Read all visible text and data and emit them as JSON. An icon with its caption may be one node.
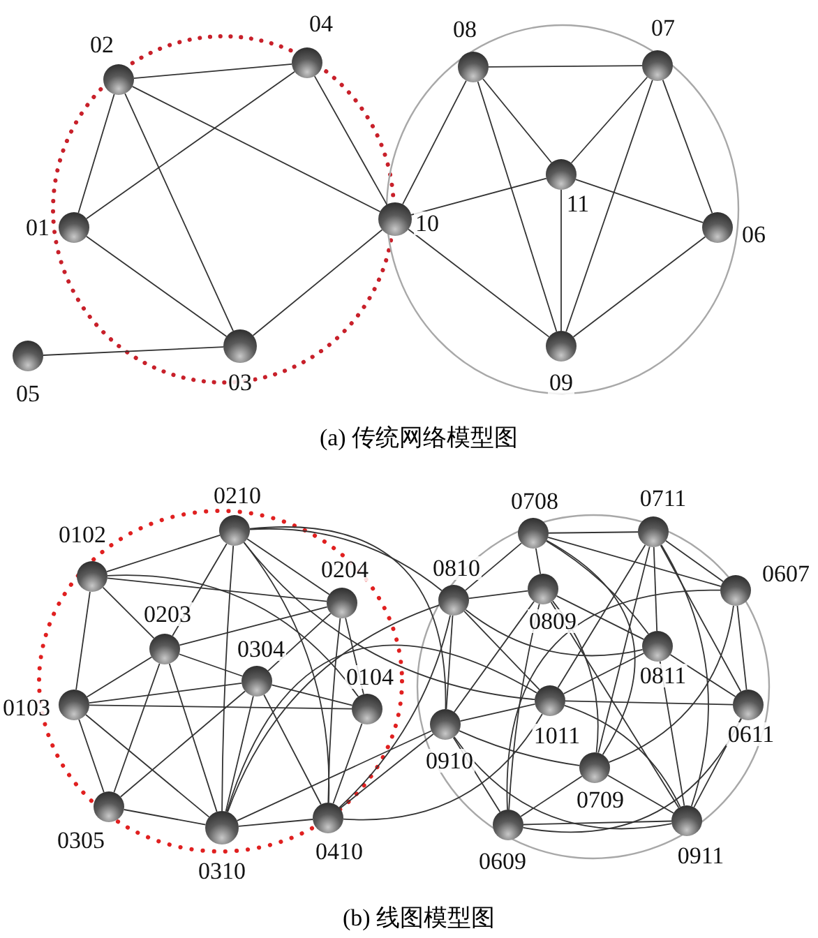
{
  "diagram": {
    "nodes": [
      {
        "text": [],
        "shape": "circle"
      },
      {
        "text": [
          "02"
        ],
        "in": 0
      },
      {
        "text": [
          "04"
        ],
        "in": 0
      },
      {
        "text": [
          "01"
        ],
        "in": 0
      },
      {
        "text": [
          "03"
        ],
        "in": 0
      },
      {
        "text": [
          "05"
        ]
      },
      {
        "text": [],
        "shape": "circle"
      },
      {
        "text": [
          "08"
        ],
        "in": 6
      },
      {
        "text": [
          "07"
        ],
        "in": 6
      },
      {
        "text": [
          "11"
        ],
        "in": 6
      },
      {
        "text": [
          "10"
        ]
      },
      {
        "text": [
          "06"
        ],
        "in": 6
      },
      {
        "text": [
          "09"
        ],
        "in": 6
      },
      {
        "text": [],
        "shape": "circle"
      },
      {
        "text": [
          "0210"
        ],
        "in": 13
      },
      {
        "text": [
          "0102"
        ],
        "in": 13
      },
      {
        "text": [
          "0204"
        ],
        "in": 13
      },
      {
        "text": [
          "0203"
        ],
        "in": 13
      },
      {
        "text": [
          "0304"
        ],
        "in": 13
      },
      {
        "text": [
          "0104"
        ],
        "in": 13
      },
      {
        "text": [
          "0103"
        ],
        "in": 13
      },
      {
        "text": [
          "0305"
        ],
        "in": 13
      },
      {
        "text": [
          "0310"
        ],
        "in": 13
      },
      {
        "text": [
          "0410"
        ],
        "in": 13
      },
      {
        "text": [],
        "shape": "circle"
      },
      {
        "text": [
          "0708"
        ],
        "in": 24
      },
      {
        "text": [
          "0711"
        ],
        "in": 24
      },
      {
        "text": [
          "0810"
        ],
        "in": 24
      },
      {
        "text": [
          "0809"
        ],
        "in": 24
      },
      {
        "text": [
          "0607"
        ],
        "in": 24
      },
      {
        "text": [
          "0811"
        ],
        "in": 24
      },
      {
        "text": [
          "1011"
        ],
        "in": 24
      },
      {
        "text": [
          "0910"
        ],
        "in": 24
      },
      {
        "text": [
          "0611"
        ],
        "in": 24
      },
      {
        "text": [
          "0709"
        ],
        "in": 24
      },
      {
        "text": [
          "0609"
        ],
        "in": 24
      },
      {
        "text": [
          "0911"
        ],
        "in": 24
      }
    ],
    "edges": [
      {
        "from": 1,
        "to": 2,
        "arrow": "none"
      },
      {
        "from": 1,
        "to": 3,
        "arrow": "none"
      },
      {
        "from": 1,
        "to": 4,
        "arrow": "none"
      },
      {
        "from": 1,
        "to": 10,
        "arrow": "none"
      },
      {
        "from": 2,
        "to": 3,
        "arrow": "none"
      },
      {
        "from": 2,
        "to": 10,
        "arrow": "none"
      },
      {
        "from": 3,
        "to": 4,
        "arrow": "none"
      },
      {
        "from": 4,
        "to": 10,
        "arrow": "none"
      },
      {
        "from": 5,
        "to": 4,
        "arrow": "none"
      },
      {
        "from": 10,
        "to": 7,
        "arrow": "none"
      },
      {
        "from": 10,
        "to": 9,
        "arrow": "none"
      },
      {
        "from": 10,
        "to": 12,
        "arrow": "none"
      },
      {
        "from": 7,
        "to": 8,
        "arrow": "none"
      },
      {
        "from": 7,
        "to": 9,
        "arrow": "none"
      },
      {
        "from": 7,
        "to": 12,
        "arrow": "none"
      },
      {
        "from": 8,
        "to": 9,
        "arrow": "none"
      },
      {
        "from": 8,
        "to": 12,
        "arrow": "none"
      },
      {
        "from": 8,
        "to": 11,
        "arrow": "none"
      },
      {
        "from": 9,
        "to": 11,
        "arrow": "none"
      },
      {
        "from": 9,
        "to": 12,
        "arrow": "none"
      },
      {
        "from": 11,
        "to": 12,
        "arrow": "none"
      },
      {
        "from": 15,
        "to": 20,
        "arrow": "none"
      },
      {
        "from": 15,
        "to": 19,
        "arrow": "none"
      },
      {
        "from": 20,
        "to": 19,
        "arrow": "none"
      },
      {
        "from": 15,
        "to": 17,
        "arrow": "none"
      },
      {
        "from": 15,
        "to": 16,
        "arrow": "none"
      },
      {
        "from": 15,
        "to": 14,
        "arrow": "none"
      },
      {
        "from": 17,
        "to": 16,
        "arrow": "none"
      },
      {
        "from": 17,
        "to": 14,
        "arrow": "none"
      },
      {
        "from": 16,
        "to": 14,
        "arrow": "none"
      },
      {
        "from": 20,
        "to": 17,
        "arrow": "none"
      },
      {
        "from": 20,
        "to": 18,
        "arrow": "none"
      },
      {
        "from": 20,
        "to": 21,
        "arrow": "none"
      },
      {
        "from": 20,
        "to": 22,
        "arrow": "none"
      },
      {
        "from": 17,
        "to": 18,
        "arrow": "none"
      },
      {
        "from": 17,
        "to": 21,
        "arrow": "none"
      },
      {
        "from": 17,
        "to": 22,
        "arrow": "none"
      },
      {
        "from": 18,
        "to": 21,
        "arrow": "none"
      },
      {
        "from": 18,
        "to": 22,
        "arrow": "none"
      },
      {
        "from": 21,
        "to": 22,
        "arrow": "none"
      },
      {
        "from": 19,
        "to": 16,
        "arrow": "none"
      },
      {
        "from": 19,
        "to": 18,
        "arrow": "none"
      },
      {
        "from": 19,
        "to": 23,
        "arrow": "none"
      },
      {
        "from": 16,
        "to": 18,
        "arrow": "none"
      },
      {
        "from": 16,
        "to": 23,
        "arrow": "none"
      },
      {
        "from": 18,
        "to": 23,
        "arrow": "none"
      },
      {
        "from": 29,
        "to": 35,
        "arrow": "none"
      },
      {
        "from": 29,
        "to": 33,
        "arrow": "none"
      },
      {
        "from": 35,
        "to": 33,
        "arrow": "none"
      },
      {
        "from": 29,
        "to": 25,
        "arrow": "none"
      },
      {
        "from": 29,
        "to": 34,
        "arrow": "none"
      },
      {
        "from": 29,
        "to": 26,
        "arrow": "none"
      },
      {
        "from": 25,
        "to": 34,
        "arrow": "none"
      },
      {
        "from": 25,
        "to": 26,
        "arrow": "none"
      },
      {
        "from": 34,
        "to": 26,
        "arrow": "none"
      },
      {
        "from": 25,
        "to": 28,
        "arrow": "none"
      },
      {
        "from": 25,
        "to": 27,
        "arrow": "none"
      },
      {
        "from": 25,
        "to": 30,
        "arrow": "none"
      },
      {
        "from": 28,
        "to": 27,
        "arrow": "none"
      },
      {
        "from": 28,
        "to": 30,
        "arrow": "none"
      },
      {
        "from": 27,
        "to": 30,
        "arrow": "none"
      },
      {
        "from": 35,
        "to": 34,
        "arrow": "none"
      },
      {
        "from": 35,
        "to": 28,
        "arrow": "none"
      },
      {
        "from": 35,
        "to": 32,
        "arrow": "none"
      },
      {
        "from": 35,
        "to": 36,
        "arrow": "none"
      },
      {
        "from": 34,
        "to": 28,
        "arrow": "none"
      },
      {
        "from": 34,
        "to": 32,
        "arrow": "none"
      },
      {
        "from": 34,
        "to": 36,
        "arrow": "none"
      },
      {
        "from": 28,
        "to": 32,
        "arrow": "none"
      },
      {
        "from": 28,
        "to": 36,
        "arrow": "none"
      },
      {
        "from": 32,
        "to": 36,
        "arrow": "none"
      },
      {
        "from": 14,
        "to": 22,
        "arrow": "none"
      },
      {
        "from": 14,
        "to": 23,
        "arrow": "none"
      },
      {
        "from": 14,
        "to": 27,
        "arrow": "none"
      },
      {
        "from": 14,
        "to": 32,
        "arrow": "none"
      },
      {
        "from": 14,
        "to": 31,
        "arrow": "none"
      },
      {
        "from": 22,
        "to": 23,
        "arrow": "none"
      },
      {
        "from": 22,
        "to": 27,
        "arrow": "none"
      },
      {
        "from": 22,
        "to": 32,
        "arrow": "none"
      },
      {
        "from": 22,
        "to": 31,
        "arrow": "none"
      },
      {
        "from": 23,
        "to": 27,
        "arrow": "none"
      },
      {
        "from": 23,
        "to": 32,
        "arrow": "none"
      },
      {
        "from": 23,
        "to": 31,
        "arrow": "none"
      },
      {
        "from": 27,
        "to": 32,
        "arrow": "none"
      },
      {
        "from": 27,
        "to": 31,
        "arrow": "none"
      },
      {
        "from": 32,
        "to": 31,
        "arrow": "none"
      },
      {
        "from": 33,
        "to": 26,
        "arrow": "none"
      },
      {
        "from": 33,
        "to": 30,
        "arrow": "none"
      },
      {
        "from": 33,
        "to": 31,
        "arrow": "none"
      },
      {
        "from": 33,
        "to": 36,
        "arrow": "none"
      },
      {
        "from": 26,
        "to": 30,
        "arrow": "none"
      },
      {
        "from": 26,
        "to": 31,
        "arrow": "none"
      },
      {
        "from": 26,
        "to": 36,
        "arrow": "none"
      },
      {
        "from": 30,
        "to": 31,
        "arrow": "none"
      },
      {
        "from": 30,
        "to": 36,
        "arrow": "none"
      },
      {
        "from": 31,
        "to": 36,
        "arrow": "none"
      }
    ],
    "labels": [
      "(a) 传统网络模型图",
      "(b) 线图模型图"
    ]
  }
}
